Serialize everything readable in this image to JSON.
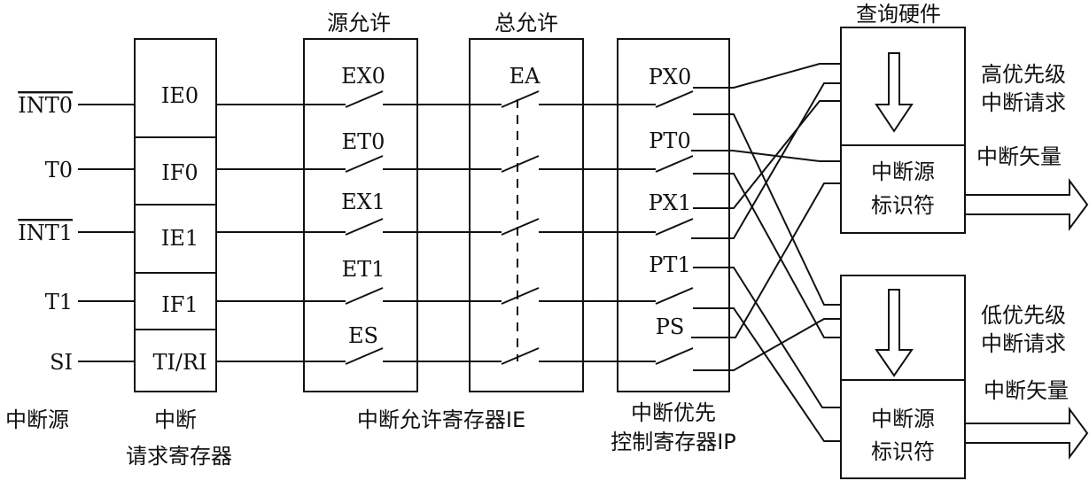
{
  "sources": [
    {
      "label": "INT0",
      "overline": true
    },
    {
      "label": "T0",
      "overline": false
    },
    {
      "label": "INT1",
      "overline": true
    },
    {
      "label": "T1",
      "overline": false
    },
    {
      "label": "SI",
      "overline": false
    }
  ],
  "flags": [
    "IE0",
    "IF0",
    "IE1",
    "IF1",
    "TI/RI"
  ],
  "enables": [
    "EX0",
    "ET0",
    "EX1",
    "ET1",
    "ES"
  ],
  "global_enable": "EA",
  "priorities": [
    "PX0",
    "PT0",
    "PX1",
    "PT1",
    "PS"
  ],
  "headers": {
    "source_enable": "源允许",
    "global_enable": "总允许",
    "query_hw": "查询硬件"
  },
  "labels": {
    "source_col": "中断源",
    "flag_reg_1": "中断",
    "flag_reg_2": "请求寄存器",
    "ie_reg": "中断允许寄存器IE",
    "ip_reg_1": "中断优先",
    "ip_reg_2": "控制寄存器IP",
    "high_req_1": "高优先级",
    "high_req_2": "中断请求",
    "low_req_1": "低优先级",
    "low_req_2": "中断请求",
    "vector_1": "中断矢量",
    "vector_2": "中断矢量",
    "id_1a": "中断源",
    "id_1b": "标识符",
    "id_2a": "中断源",
    "id_2b": "标识符"
  }
}
